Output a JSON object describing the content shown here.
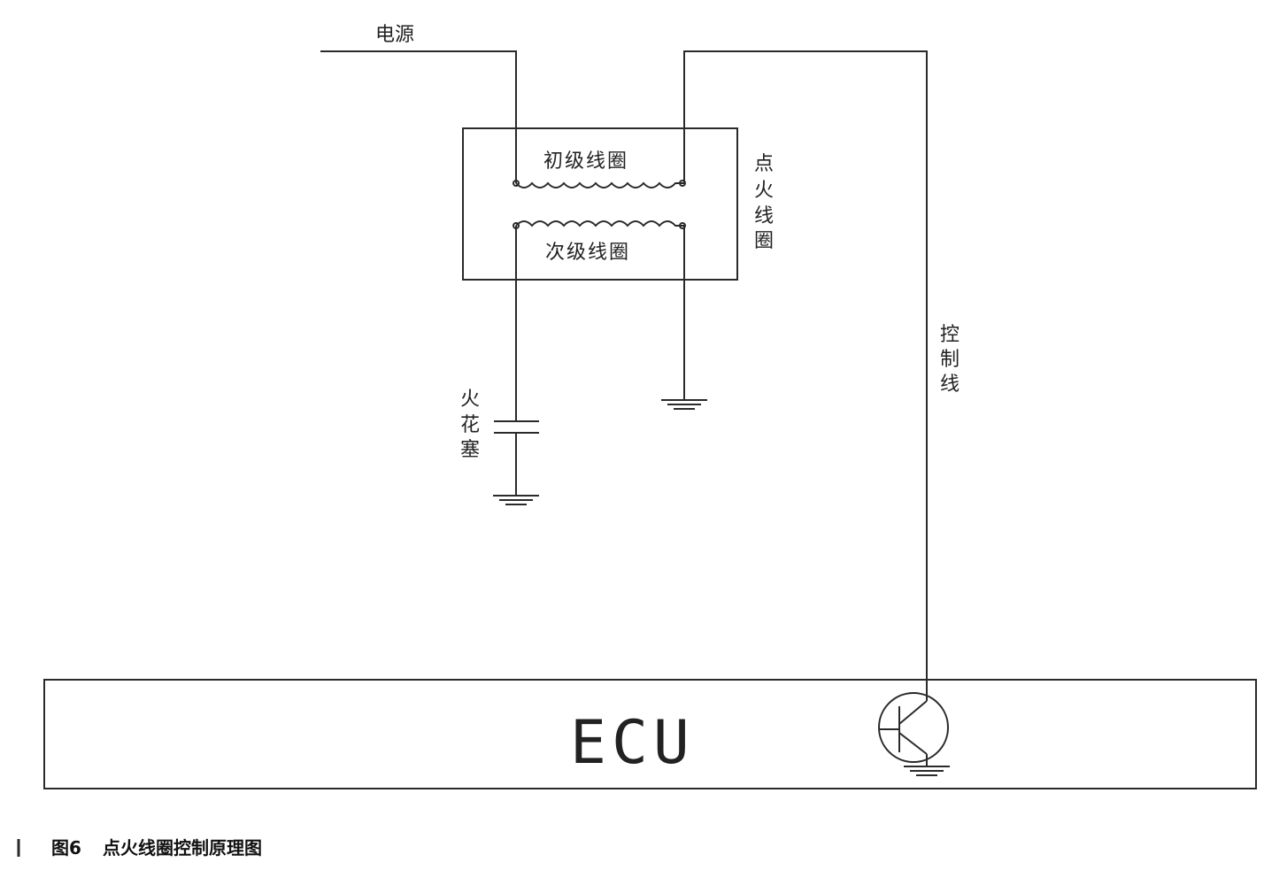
{
  "labels": {
    "power": "电源",
    "primary_coil": "初级线圈",
    "secondary_coil": "次级线圈",
    "ignition_coil_v": [
      "点",
      "火",
      "线",
      "圈"
    ],
    "control_line_v": [
      "控",
      "制",
      "线"
    ],
    "spark_plug_v": [
      "火",
      "花",
      "塞"
    ],
    "ecu": "ECU"
  },
  "caption": {
    "figure_no": "图6",
    "title": "点火线圈控制原理图"
  },
  "colors": {
    "line": "#2a2a2a",
    "text": "#222222"
  }
}
